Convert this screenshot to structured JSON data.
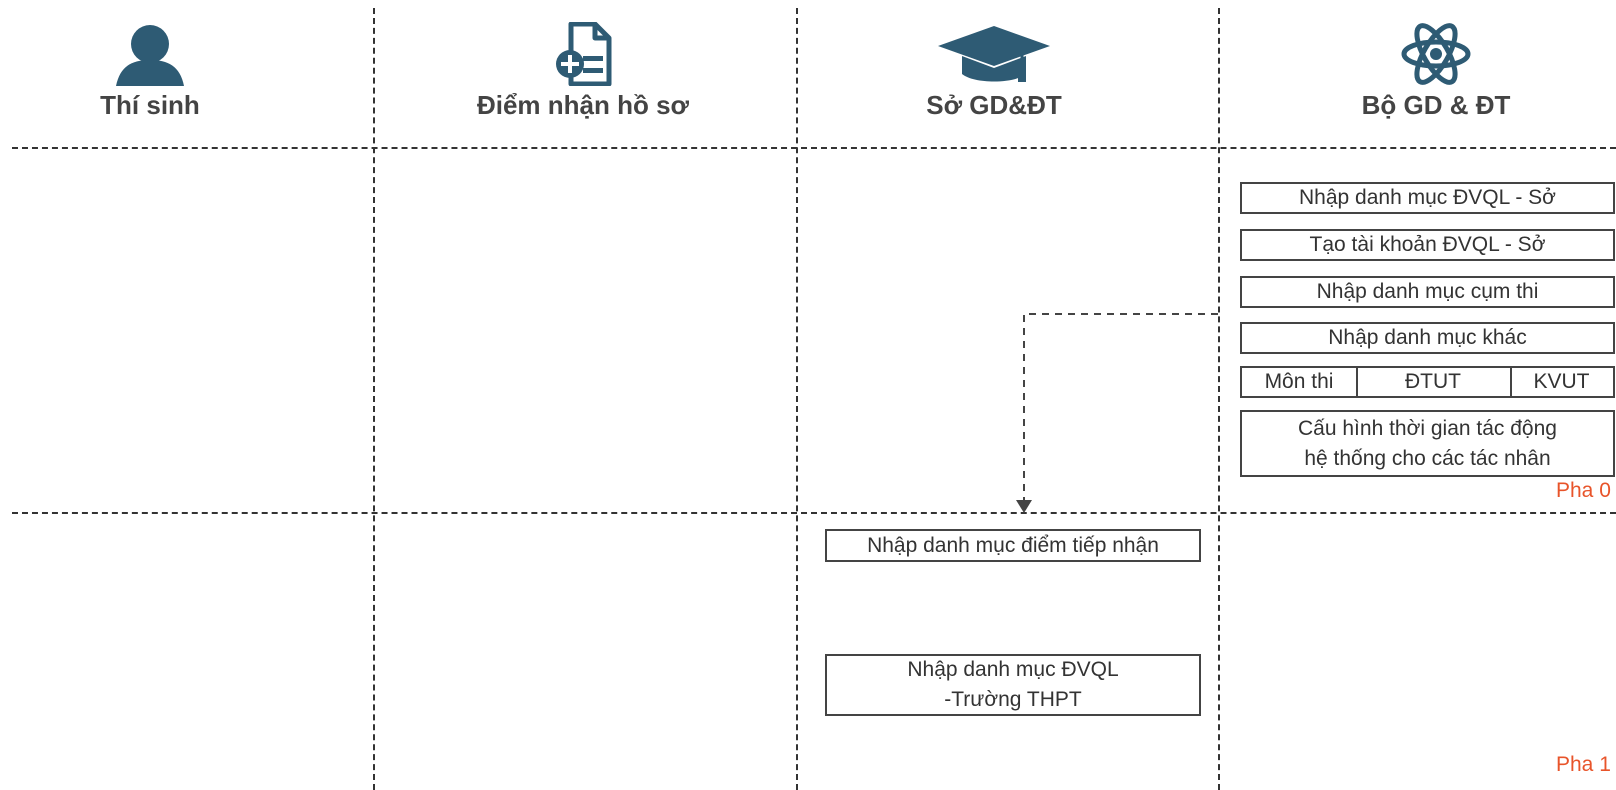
{
  "columns": [
    {
      "title": "Thí sinh",
      "icon": "person-icon"
    },
    {
      "title": "Điểm nhận hồ sơ",
      "icon": "document-add-icon"
    },
    {
      "title": "Sở GD&ĐT",
      "icon": "graduation-cap-icon"
    },
    {
      "title": "Bộ GD & ĐT",
      "icon": "atom-icon"
    }
  ],
  "phase0": {
    "label": "Pha 0",
    "boxes": [
      "Nhập danh mục ĐVQL - Sở",
      "Tạo tài khoản  ĐVQL - Sở",
      "Nhập danh mục cụm thi",
      "Nhập danh mục khác"
    ],
    "categories": [
      "Môn thi",
      "ĐTUT",
      "KVUT"
    ],
    "config_line1": "Cấu hình thời gian tác động",
    "config_line2": "hệ thống cho các tác nhân"
  },
  "phase1": {
    "label": "Pha 1",
    "box1": "Nhập danh mục điểm tiếp nhận",
    "box2_line1": "Nhập danh mục ĐVQL",
    "box2_line2": "-Trường THPT"
  },
  "colors": {
    "icon": "#2e5b74",
    "phase_label": "#e8542a",
    "border": "#444444"
  }
}
